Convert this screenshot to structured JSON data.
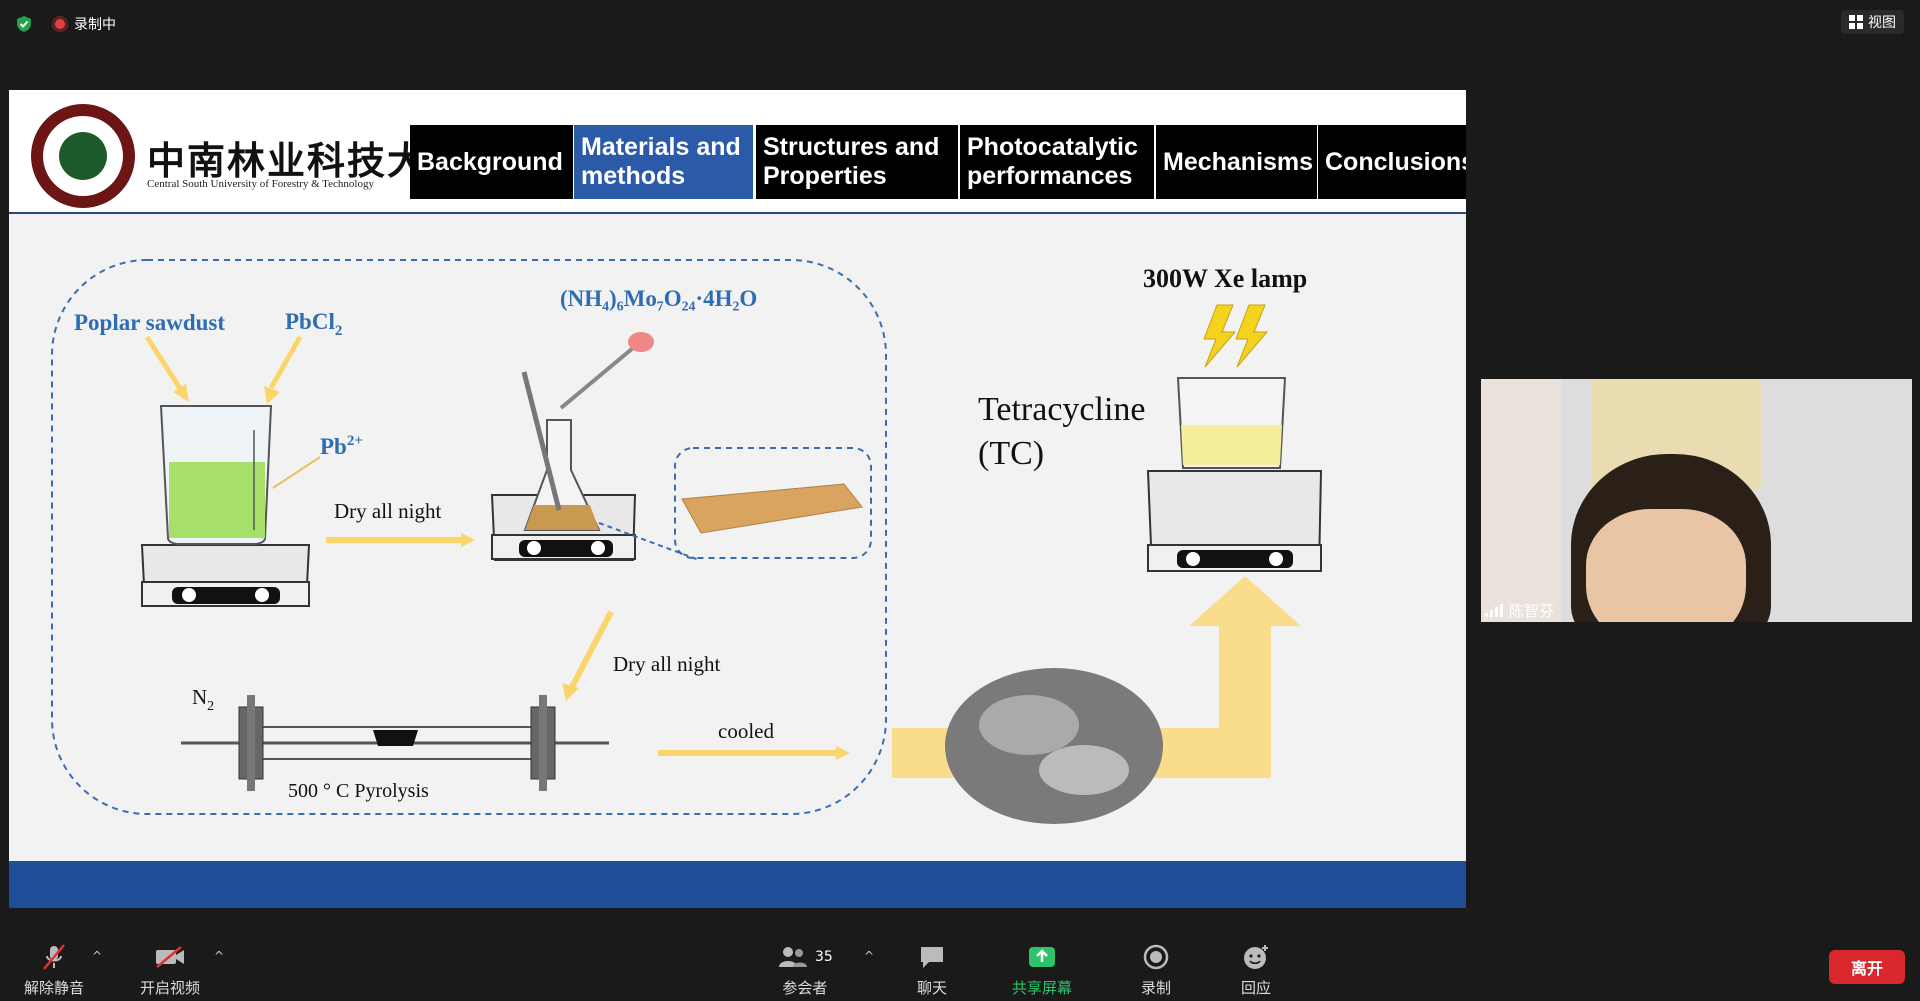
{
  "top_bar": {
    "recording_status": "录制中",
    "view_label": "视图"
  },
  "slide": {
    "university_name_cn": "中南林业科技大学",
    "university_name_en": "Central South University of Forestry & Technology",
    "nav_tabs": [
      {
        "label": "Background",
        "active": false
      },
      {
        "label": "Materials and methods",
        "active": true
      },
      {
        "label": "Structures and Properties",
        "active": false
      },
      {
        "label": "Photocatalytic performances",
        "active": false
      },
      {
        "label": "Mechanisms",
        "active": false
      },
      {
        "label": "Conclusions",
        "active": false
      }
    ],
    "diagram": {
      "poplar_sawdust": "Poplar sawdust",
      "pbcl2": "PbCl",
      "pbcl2_sub": "2",
      "pb_ion": "Pb",
      "pb_ion_sup": "2+",
      "molybdate": "(NH₄)₆Mo₇O₂₄·4H₂O",
      "dry_all_night_1": "Dry all night",
      "dry_all_night_2": "Dry all night",
      "n2": "N",
      "n2_sub": "2",
      "pyrolysis": "500 ° C  Pyrolysis",
      "cooled": "cooled",
      "lamp": "300W Xe lamp",
      "tetracycline_1": "Tetracycline",
      "tetracycline_2": "(TC)"
    }
  },
  "participant_video": {
    "name": "陈智芬"
  },
  "toolbar": {
    "unmute": "解除静音",
    "start_video": "开启视频",
    "participants": "参会者",
    "participant_count": "35",
    "chat": "聊天",
    "share_screen": "共享屏幕",
    "record": "录制",
    "reactions": "回应",
    "leave": "离开"
  },
  "colors": {
    "active_tab": "#2a5aa8",
    "footer_bar": "#1f4e99",
    "label_blue": "#2e6db4",
    "arrow_yellow": "#fbd56a",
    "share_green": "#2bc46a",
    "leave_red": "#d9272e"
  }
}
